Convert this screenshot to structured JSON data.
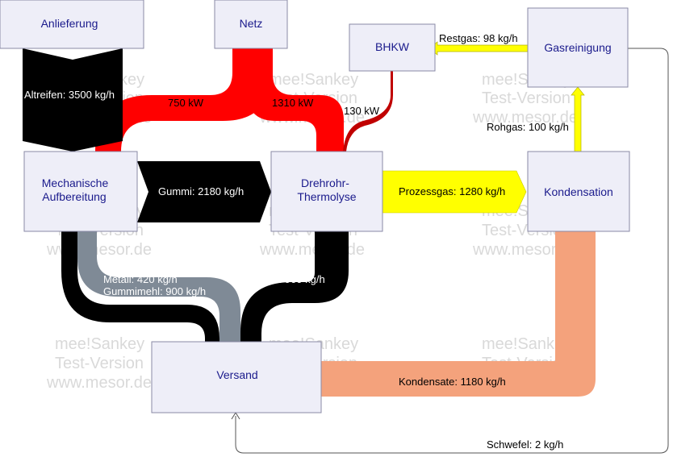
{
  "nodes": {
    "anlieferung": "Anlieferung",
    "netz": "Netz",
    "bhkw": "BHKW",
    "gasreinigung": "Gasreinigung",
    "mech_line1": "Mechanische",
    "mech_line2": "Aufbereitung",
    "dreh_line1": "Drehrohr-",
    "dreh_line2": "Thermolyse",
    "kondensation": "Kondensation",
    "versand": "Versand"
  },
  "flows": {
    "altreifen": "Altreifen: 3500 kg/h",
    "strom_750": "750 kW",
    "strom_1310": "1310 kW",
    "strom_130": "130 kW",
    "gummi": "Gummi: 2180 kg/h",
    "prozessgas": "Prozessgas: 1280 kg/h",
    "restgas": "Restgas: 98 kg/h",
    "rohgas": "Rohgas: 100 kg/h",
    "metall": "Metall: 420 kg/h",
    "gummimehl": "Gummimehl: 900 kg/h",
    "russ": "Russ: 900 kg/h",
    "kondensate": "Kondensate: 1180 kg/h",
    "schwefel": "Schwefel: 2 kg/h"
  },
  "watermark": {
    "line1": "mee!Sankey",
    "line2": "Test-Version",
    "line3": "www.mesor.de"
  },
  "colors": {
    "material_black": "#000000",
    "electricity_red": "#ff0000",
    "gas_yellow": "#ffff00",
    "metal_grey": "#7f8a96",
    "condensate_salmon": "#f4a27c",
    "node_fill": "#eeeef8",
    "node_text": "#1a1a8c"
  }
}
